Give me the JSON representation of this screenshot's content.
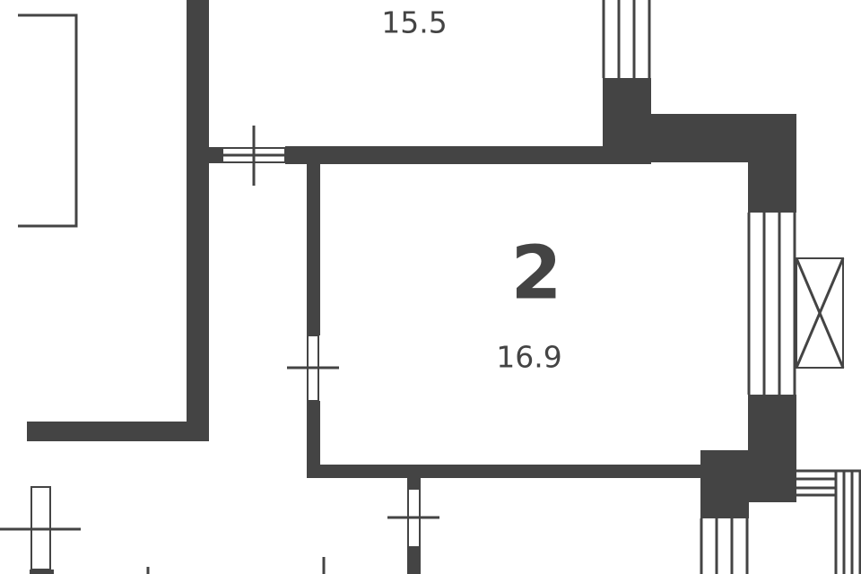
{
  "rooms": [
    {
      "number": "",
      "area": "15.5"
    },
    {
      "number": "2",
      "area": "16.9"
    }
  ],
  "colors": {
    "wall": "#444444",
    "background": "#ffffff"
  }
}
